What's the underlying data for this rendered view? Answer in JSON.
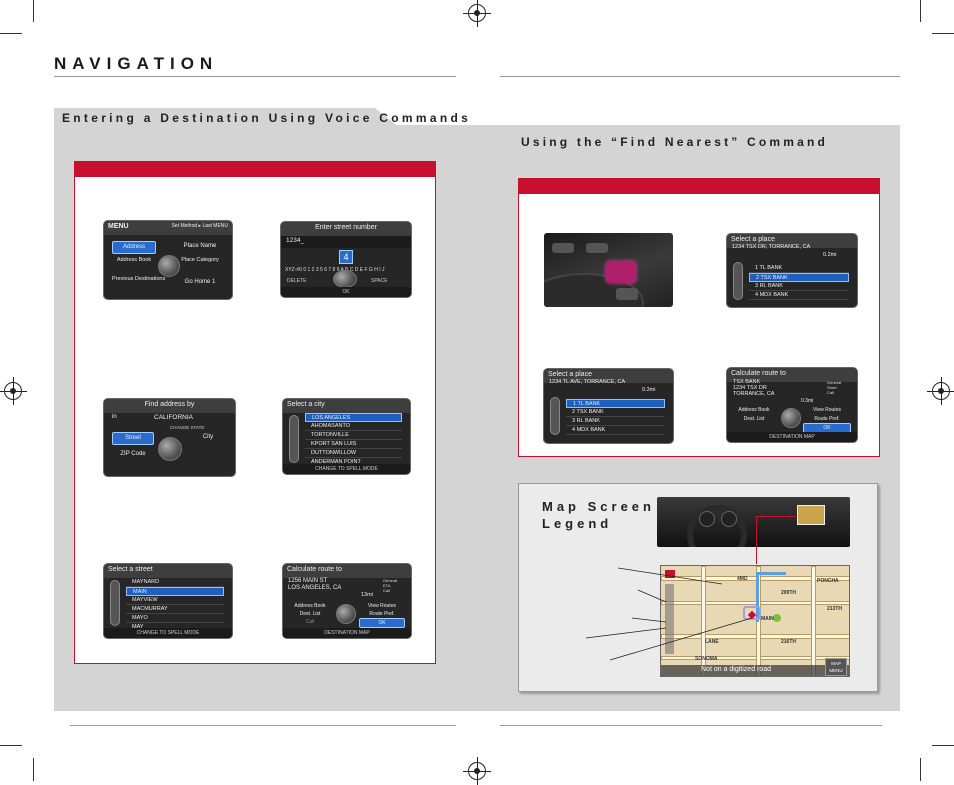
{
  "header": {
    "title": "NAVIGATION"
  },
  "voice_section": {
    "tab_title": "Entering a Destination Using Voice Commands"
  },
  "find_nearest": {
    "title": "Using the “Find Nearest” Command"
  },
  "screens_left": {
    "menu": {
      "title": "MENU",
      "header_right": "Set Method ▸ Last MENU",
      "items": [
        "Address",
        "Address Book",
        "Previous Destinations",
        "Place Name",
        "Place Category",
        "Go Home 1"
      ]
    },
    "street_number": {
      "title": "Enter street number",
      "entry": "1234_",
      "digit": "4",
      "keys": "XYZ-#0 0 1 2 3 5 6 7 8 9  A B C D E F G H I J",
      "delete": "DELETE",
      "space": "SPACE",
      "ok": "OK"
    },
    "find_address": {
      "title": "Find address by",
      "in_label": "in",
      "state": "CALIFORNIA",
      "change_state": "CHANGE STATE",
      "street": "Street",
      "city": "City",
      "zip": "ZIP Code"
    },
    "select_city": {
      "title": "Select a city",
      "items": [
        "LOS ANGELES",
        "AHOMASANTO",
        "TORTONVILLE",
        "KPORT SAN LUIS",
        "DUTTONWILLOW",
        "ANDERMAN POINT"
      ],
      "footer": "CHANGE TO SPELL MODE"
    },
    "select_street": {
      "title": "Select a street",
      "items": [
        "MAYNARD",
        "MAIN",
        "MAYVIEW",
        "MACMURRAY",
        "MAYO",
        "MAY"
      ],
      "footer": "CHANGE TO SPELL MODE"
    },
    "calculate_route": {
      "title": "Calculate route to",
      "address_line1": "1256 MAIN ST",
      "address_line2": "LOS ANGELES, CA",
      "distance": "13mi",
      "route_types": [
        "General",
        "ETA",
        "Call"
      ],
      "btn_address_book": "Address Book",
      "btn_dest_list": "Dest. List",
      "btn_call": "Call",
      "btn_view_routes": "View Routes",
      "btn_route_pref": "Route Pref.",
      "btn_ok": "OK",
      "footer": "DESTINATION MAP"
    }
  },
  "screens_right": {
    "select_place_1": {
      "title": "Select a place",
      "address": "1234 TSX DR, TORRANCE, CA",
      "distance": "0.2mi",
      "items": [
        "1 TL BANK",
        "2 TSX BANK",
        "3 RL BANK",
        "4 MDX BANK"
      ]
    },
    "select_place_2": {
      "title": "Select a place",
      "address": "1234 TL AVE, TORRANCE, CA",
      "distance": "0.3mi",
      "items": [
        "1 TL BANK",
        "2 TSX BANK",
        "3 RL BANK",
        "4 MDX BANK"
      ]
    },
    "calculate_route": {
      "title": "Calculate route to",
      "line1": "TSX BANK",
      "line2": "1234 TSX DR",
      "line3": "TORRANCE, CA",
      "distance": "0.3mi",
      "route_types": [
        "General",
        "Short",
        "Call"
      ],
      "btn_address_book": "Address Book",
      "btn_dest_list": "Dest. List",
      "btn_view_routes": "View Routes",
      "btn_route_pref": "Route Pref.",
      "btn_ok": "OK",
      "footer": "DESTINATION MAP"
    }
  },
  "map_legend": {
    "title_line1": "Map Screen",
    "title_line2": "Legend",
    "map_labels": [
      "4MD",
      "209TH",
      "216TH",
      "213TH",
      "LANE",
      "SONOMA",
      "PONCHA",
      "MAIN"
    ],
    "status": "Not on a digitized road",
    "map_button_line1": "MAP",
    "map_button_line2": "MENU"
  },
  "colors": {
    "accent_red": "#c8102e",
    "panel_gray": "#d4d4d4",
    "screen_blue": "#1f5fbf"
  }
}
